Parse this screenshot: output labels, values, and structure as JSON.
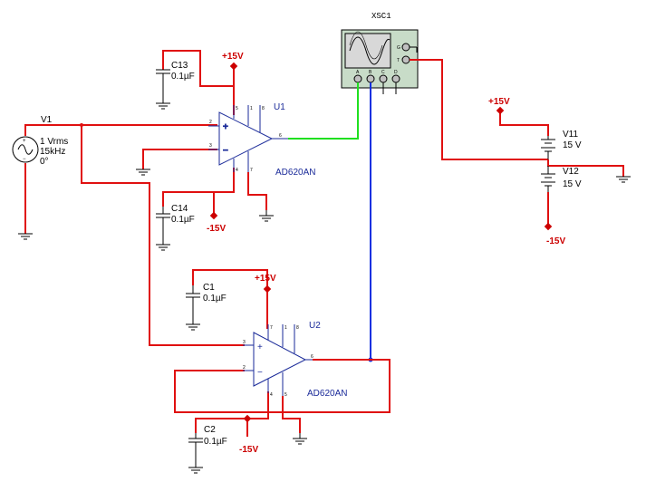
{
  "oscilloscope": {
    "label": "XSC1",
    "ch_a": "A",
    "ch_b": "B",
    "ch_c": "C",
    "ch_d": "D",
    "trig": "T",
    "gnd": "G"
  },
  "source": {
    "name": "V1",
    "amplitude": "1 Vrms",
    "frequency": "15kHz",
    "phase": "0°"
  },
  "opamp1": {
    "name": "U1",
    "part": "AD620AN",
    "pins": [
      "5",
      "1",
      "8",
      "2",
      "3",
      "6",
      "4",
      "7"
    ]
  },
  "opamp2": {
    "name": "U2",
    "part": "AD620AN",
    "pins": [
      "7",
      "1",
      "8",
      "3",
      "2",
      "6",
      "4",
      "5"
    ]
  },
  "capacitors": {
    "c13": {
      "name": "C13",
      "value": "0.1µF"
    },
    "c14": {
      "name": "C14",
      "value": "0.1µF"
    },
    "c1": {
      "name": "C1",
      "value": "0.1µF"
    },
    "c2": {
      "name": "C2",
      "value": "0.1µF"
    }
  },
  "supplies": {
    "v11": {
      "name": "V11",
      "value": "15 V"
    },
    "v12": {
      "name": "V12",
      "value": "15 V"
    }
  },
  "rails": {
    "pos": "+15V",
    "neg": "-15V"
  },
  "colors": {
    "wire_red": "#e01010",
    "wire_blue": "#1030e0",
    "wire_green": "#20e020",
    "part_blue": "#1a2a99",
    "rail_red": "#cc0000"
  }
}
